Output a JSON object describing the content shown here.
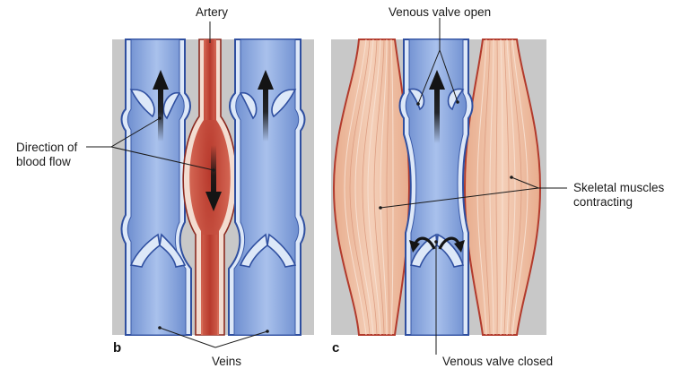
{
  "labels": {
    "artery": "Artery",
    "direction_line1": "Direction of",
    "direction_line2": "blood flow",
    "veins": "Veins",
    "valve_open": "Venous valve open",
    "skeletal_line1": "Skeletal muscles",
    "skeletal_line2": "contracting",
    "valve_closed": "Venous valve closed"
  },
  "panels": {
    "b": "b",
    "c": "c"
  },
  "colors": {
    "panel_bg": "#c8c8c8",
    "vein_fill": "#86a6dc",
    "vein_outline": "#2f4fa0",
    "vein_rim": "#dde8f8",
    "artery_fill": "#c9503f",
    "artery_outline": "#8b2a20",
    "artery_rim": "#f3dcd0",
    "muscle_fill": "#efc0a4",
    "muscle_outline": "#b23a2c",
    "arrow": "#141414"
  }
}
